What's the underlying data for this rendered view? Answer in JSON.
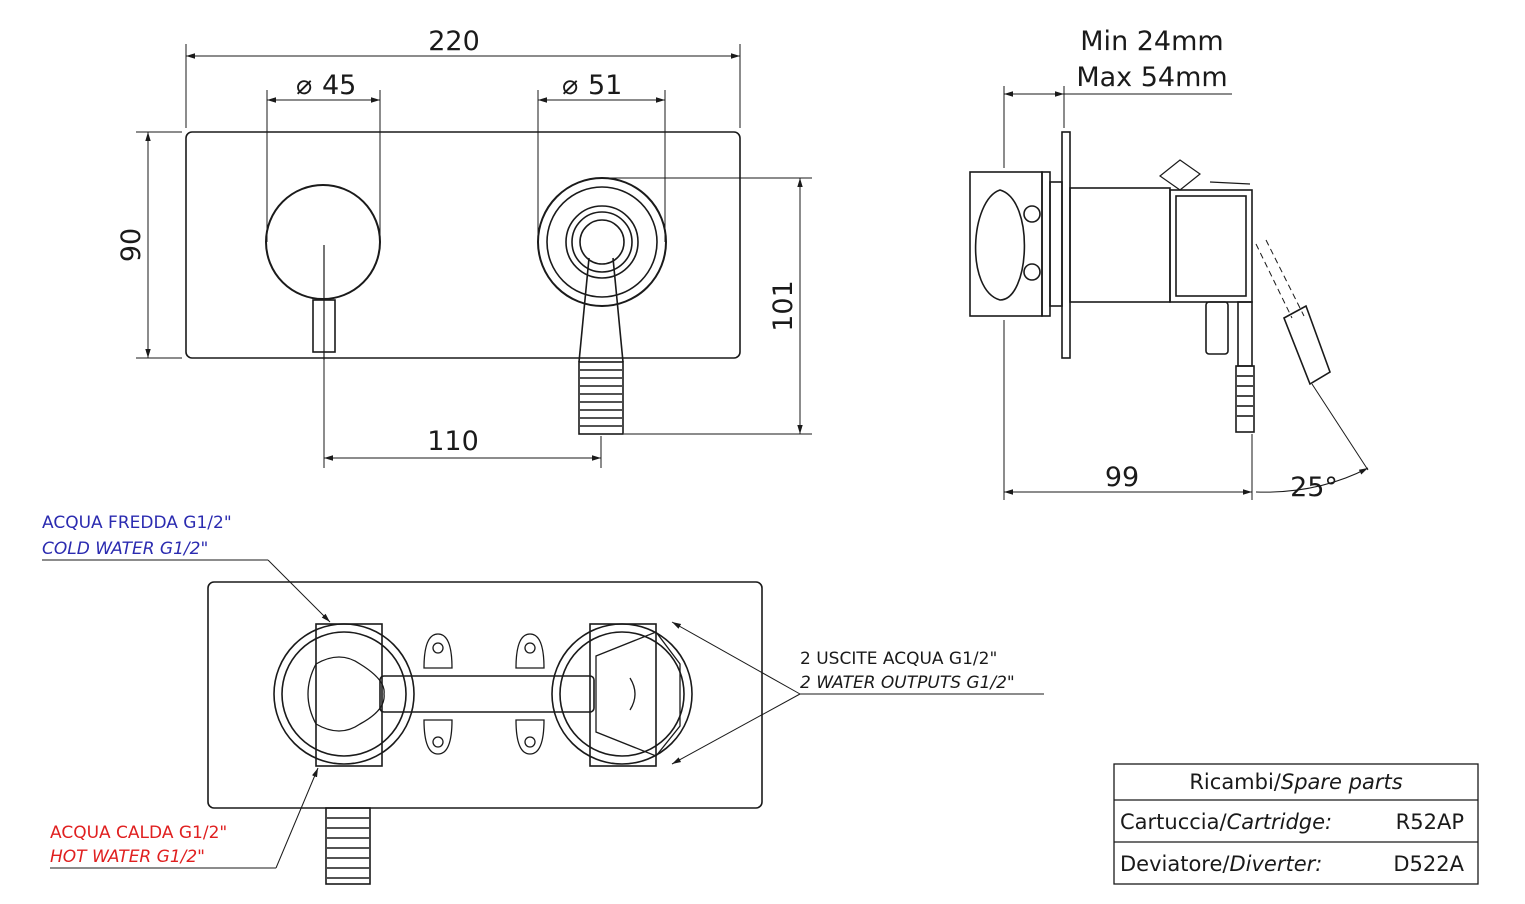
{
  "front_view": {
    "dim_width": "220",
    "dim_height": "90",
    "dim_left_diameter": "45",
    "dim_right_diameter": "51",
    "dim_centers": "110",
    "dim_outlet_depth": "101",
    "diameter_symbol": "⌀"
  },
  "side_view": {
    "dim_min": "Min 24mm",
    "dim_max": "Max 54mm",
    "dim_depth": "99",
    "dim_angle": "25°"
  },
  "rear_view": {
    "cold_it": "ACQUA FREDDA G1/2\"",
    "cold_en": "COLD WATER G1/2\"",
    "hot_it": "ACQUA CALDA G1/2\"",
    "hot_en": "HOT WATER G1/2\"",
    "outputs_it": "2 USCITE ACQUA G1/2\"",
    "outputs_en": "2 WATER OUTPUTS G1/2\""
  },
  "spare_parts": {
    "title_it": "Ricambi/",
    "title_en": "Spare parts",
    "rows": [
      {
        "label_it": "Cartuccia/",
        "label_en": "Cartridge:",
        "code": "R52AP"
      },
      {
        "label_it": "Deviatore/",
        "label_en": "Diverter:",
        "code": "D522A"
      }
    ]
  },
  "colors": {
    "cold": "#2b2bb0",
    "hot": "#e02020",
    "line": "#1a1a1a"
  }
}
